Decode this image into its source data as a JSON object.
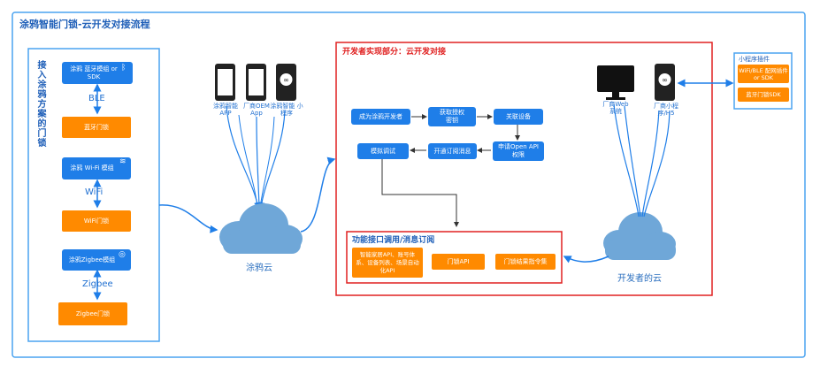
{
  "title": "涂鸦智能门锁-云开发对接流程",
  "left_panel": {
    "vertical_title": "接入涂鸦方案的门锁",
    "ble_module": "涂鸦 蓝牙模组 or SDK",
    "ble_label": "BLE",
    "ble_lock": "蓝牙门锁",
    "wifi_module": "涂鸦 Wi-Fi 模组",
    "wifi_label": "WiFi",
    "wifi_lock": "WiFi门锁",
    "zigbee_module": "涂鸦Zigbee模组",
    "zigbee_label": "Zigbee",
    "zigbee_lock": "Zigbee门锁"
  },
  "apps": {
    "app1": "涂鸦智能 APP",
    "app2": "厂商OEM App",
    "app3": "涂鸦智能 小程序"
  },
  "tuya_cloud": "涂鸦云",
  "developer_section": {
    "title": "开发者实现部分：云开发对接",
    "steps": {
      "s1": "成为涂鸦开发者",
      "s2": "获取授权 密钥",
      "s3": "关联设备",
      "s4": "申请Open API 权限",
      "s5": "开通订阅消息",
      "s6": "模拟调试"
    },
    "web_label": "厂商Web 系统",
    "mini_label": "厂商小程 序/H5",
    "dev_cloud": "开发者的云",
    "func_title": "功能接口调用/消息订阅",
    "func1": "智能家居API、账号体系、设备列表、场景自动化API",
    "func2": "门锁API",
    "func3": "门锁结果指令集"
  },
  "mini_plugin": {
    "title": "小程序插件",
    "item1": "WiFi/BLE 配网插件or SDK",
    "item2": "蓝牙门锁SDK"
  },
  "colors": {
    "frame": "#4aa3f0",
    "red": "#e02020",
    "blue_btn": "#1f7ee8",
    "orange_btn": "#ff8a00",
    "cloud": "#6fa7d8"
  },
  "icons": [
    "bluetooth-icon",
    "wifi-icon",
    "zigbee-icon",
    "phone-icon",
    "monitor-icon",
    "miniprogram-icon",
    "cloud-icon"
  ]
}
